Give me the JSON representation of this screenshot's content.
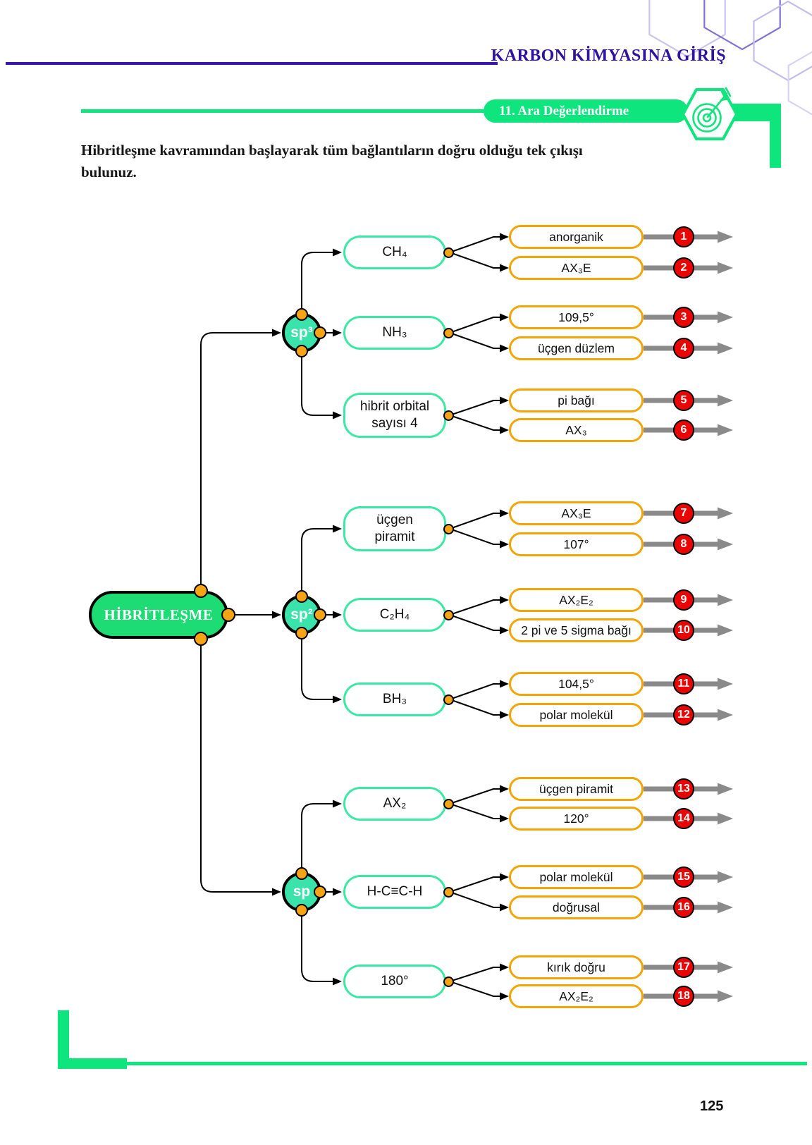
{
  "header": {
    "title": "KARBON KİMYASINA GİRİŞ"
  },
  "banner": {
    "label": "11. Ara Değerlendirme",
    "icon": "target-dart-icon"
  },
  "instruction": {
    "text": "Hibritleşme kavramından başlayarak tüm bağlantıların doğru olduğu tek çıkışı\nbulunuz."
  },
  "page": {
    "number": "125"
  },
  "colors": {
    "green": "#0ee57d",
    "root_green": "#1edc74",
    "node_green": "#3ae3a9",
    "box_border_green": "#3ce9a4",
    "orange": "#f7a414",
    "pill_border_orange": "#f3a506",
    "red": "#ea0503",
    "gray_arrow": "#8a8a8a",
    "purple_title": "#2f129e",
    "hex_dark_purple": "#8273d6",
    "hex_light_purple": "#cbc4ef"
  },
  "flowchart": {
    "root": {
      "label": "HİBRİTLEŞME"
    },
    "branches": [
      {
        "node_label": "sp³",
        "groups": [
          {
            "box_label": "CH₄",
            "answers": [
              {
                "label": "anorganik",
                "number": "1"
              },
              {
                "label": "AX₃E",
                "number": "2"
              }
            ]
          },
          {
            "box_label": "NH₃",
            "answers": [
              {
                "label": "109,5°",
                "number": "3"
              },
              {
                "label": "üçgen düzlem",
                "number": "4"
              }
            ]
          },
          {
            "box_label": "hibrit orbital\nsayısı 4",
            "answers": [
              {
                "label": "pi bağı",
                "number": "5"
              },
              {
                "label": "AX₃",
                "number": "6"
              }
            ]
          }
        ]
      },
      {
        "node_label": "sp²",
        "groups": [
          {
            "box_label": "üçgen\npiramit",
            "answers": [
              {
                "label": "AX₃E",
                "number": "7"
              },
              {
                "label": "107°",
                "number": "8"
              }
            ]
          },
          {
            "box_label": "C₂H₄",
            "answers": [
              {
                "label": "AX₂E₂",
                "number": "9"
              },
              {
                "label": "2 pi ve 5 sigma bağı",
                "number": "10"
              }
            ]
          },
          {
            "box_label": "BH₃",
            "answers": [
              {
                "label": "104,5°",
                "number": "11"
              },
              {
                "label": "polar molekül",
                "number": "12"
              }
            ]
          }
        ]
      },
      {
        "node_label": "sp",
        "groups": [
          {
            "box_label": "AX₂",
            "answers": [
              {
                "label": "üçgen piramit",
                "number": "13"
              },
              {
                "label": "120°",
                "number": "14"
              }
            ]
          },
          {
            "box_label": "H-C≡C-H",
            "answers": [
              {
                "label": "polar molekül",
                "number": "15"
              },
              {
                "label": "doğrusal",
                "number": "16"
              }
            ]
          },
          {
            "box_label": "180°",
            "answers": [
              {
                "label": "kırık doğru",
                "number": "17"
              },
              {
                "label": "AX₂E₂",
                "number": "18"
              }
            ]
          }
        ]
      }
    ]
  }
}
